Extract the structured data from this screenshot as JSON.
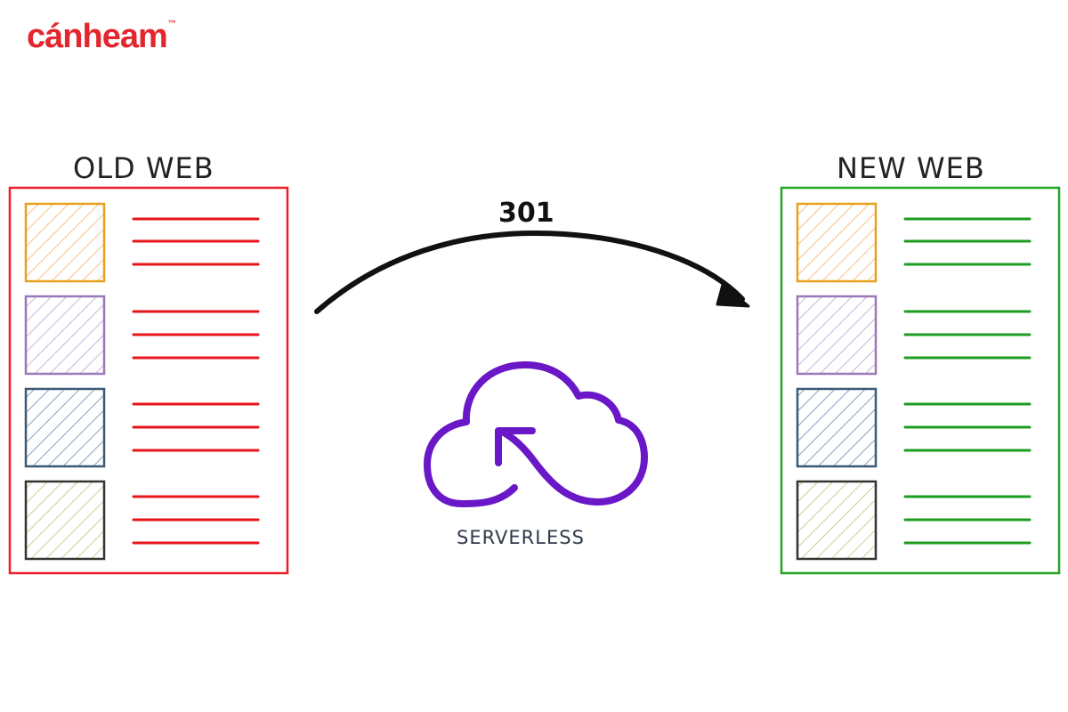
{
  "brand": {
    "logo_text": "cánheam",
    "trademark": "™",
    "color": "#e3262d"
  },
  "old_web": {
    "title": "OLD WEB",
    "frame_color": "#ee1c25",
    "line_color": "#e8141c"
  },
  "new_web": {
    "title": "NEW WEB",
    "frame_color": "#22a524",
    "line_color": "#1e9c22"
  },
  "block_colors": [
    "#e6a21c",
    "#9c78b8",
    "#3a5a76",
    "#333333"
  ],
  "block_fill_colors": [
    "#f5c08a",
    "#c9b2dc",
    "#8aa2c0",
    "#b8d890"
  ],
  "redirect": {
    "code": "301",
    "arrow_color": "#111111"
  },
  "cloud": {
    "label": "SERVERLESS",
    "color": "#6a17c8",
    "icon": "cloud-sync-icon"
  }
}
